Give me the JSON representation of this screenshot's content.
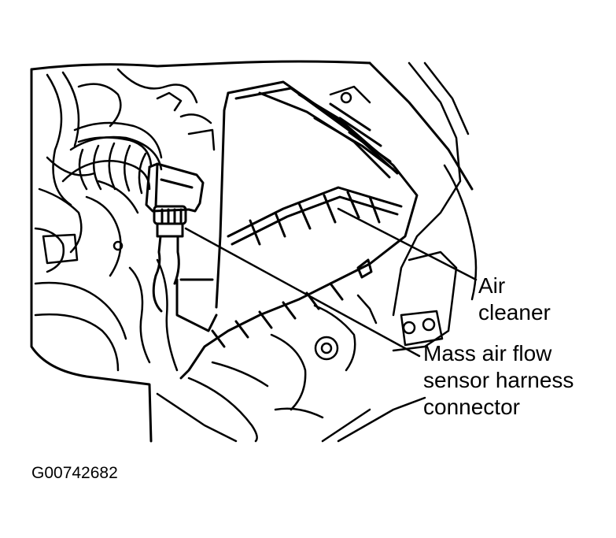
{
  "labels": {
    "air_cleaner": {
      "line1": "Air",
      "line2": "cleaner"
    },
    "maf_connector": {
      "line1": "Mass air flow",
      "line2": "sensor harness",
      "line3": "connector"
    }
  },
  "figure_id": "G00742682",
  "colors": {
    "ink": "#000000",
    "paper": "#ffffff"
  }
}
